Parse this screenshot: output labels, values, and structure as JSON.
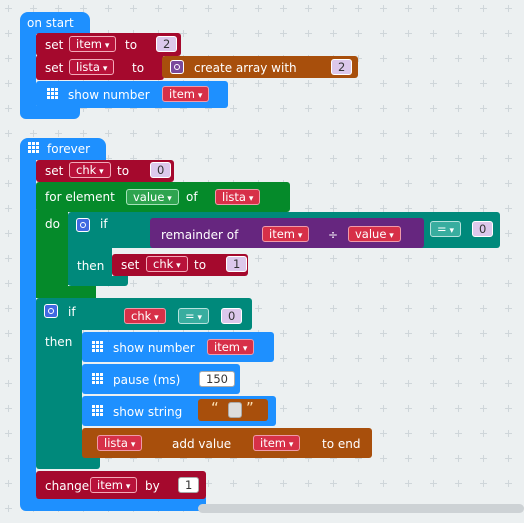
{
  "on_start": {
    "hat": "on start",
    "set1": {
      "kw": "set",
      "var": "item",
      "to": "to",
      "value": "2"
    },
    "set2": {
      "kw": "set",
      "var": "lista",
      "to": "to",
      "fn": "create array with",
      "value": "2"
    },
    "show": {
      "label": "show number",
      "var": "item"
    }
  },
  "forever": {
    "hat": "forever",
    "set_chk": {
      "kw": "set",
      "var": "chk",
      "to": "to",
      "value": "0"
    },
    "for_each": {
      "label": "for element",
      "var": "value",
      "of": "of",
      "list": "lista",
      "do": "do"
    },
    "inner_if": {
      "kw": "if",
      "fn": "remainder of",
      "a": "item",
      "op": "÷",
      "b": "value",
      "cmp": "=",
      "rhs": "0",
      "then": "then",
      "then_set": {
        "kw": "set",
        "var": "chk",
        "to": "to",
        "value": "1"
      }
    },
    "outer_if": {
      "kw": "if",
      "lhs": "chk",
      "cmp": "=",
      "rhs": "0",
      "then": "then",
      "show_number": {
        "label": "show number",
        "var": "item"
      },
      "pause": {
        "label": "pause (ms)",
        "value": "150"
      },
      "show_string": {
        "label": "show string",
        "open_q": "“",
        "close_q": "”",
        "value": ""
      },
      "add_value": {
        "list": "lista",
        "label": "add value",
        "var": "item",
        "end": "to end"
      }
    },
    "change": {
      "kw": "change",
      "var": "item",
      "by": "by",
      "value": "1"
    }
  },
  "colors": {
    "basic": "#1e90ff",
    "variables": "#a5092d",
    "loops": "#058a2a",
    "logic": "#00897b",
    "math": "#66267f",
    "arrays": "#a84f0c",
    "background": "#ecf0f1"
  }
}
